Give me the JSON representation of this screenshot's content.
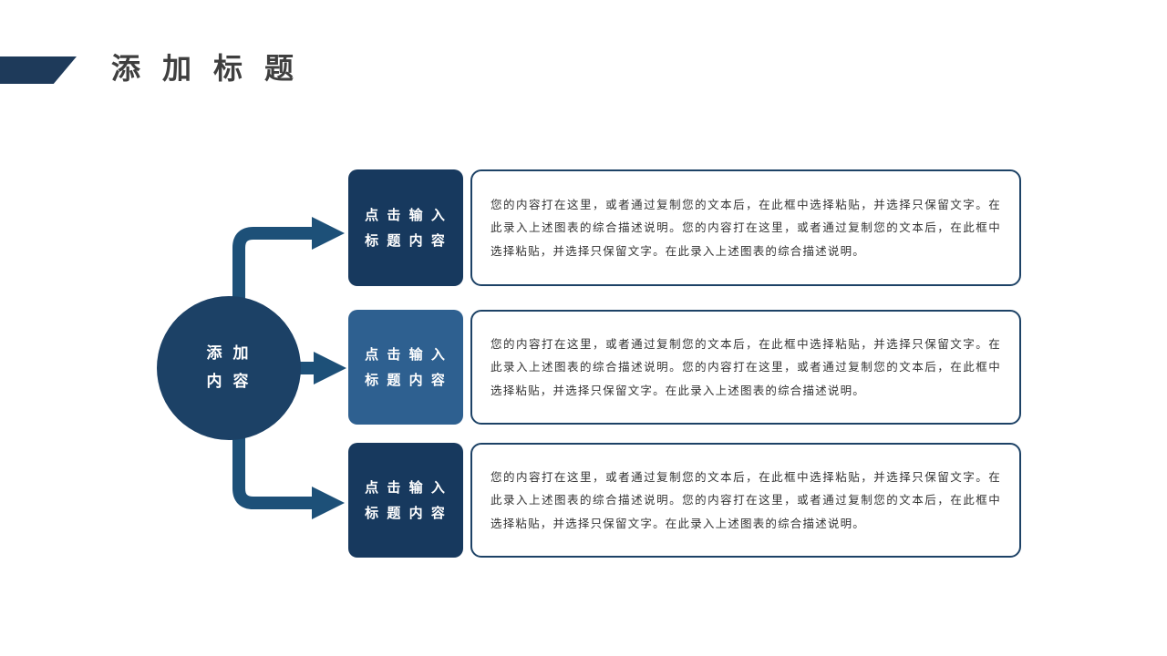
{
  "slide": {
    "title": "添 加 标 题"
  },
  "diagram": {
    "circle": {
      "line1": "添 加",
      "line2": "内 容"
    },
    "rows": [
      {
        "label_line1": "点 击 输 入",
        "label_line2": "标 题 内 容",
        "body": "您的内容打在这里，或者通过复制您的文本后，在此框中选择粘贴，并选择只保留文字。在此录入上述图表的综合描述说明。您的内容打在这里，或者通过复制您的文本后，在此框中选择粘贴，并选择只保留文字。在此录入上述图表的综合描述说明。"
      },
      {
        "label_line1": "点 击 输 入",
        "label_line2": "标 题 内 容",
        "body": "您的内容打在这里，或者通过复制您的文本后，在此框中选择粘贴，并选择只保留文字。在此录入上述图表的综合描述说明。您的内容打在这里，或者通过复制您的文本后，在此框中选择粘贴，并选择只保留文字。在此录入上述图表的综合描述说明。"
      },
      {
        "label_line1": "点 击 输 入",
        "label_line2": "标 题 内 容",
        "body": "您的内容打在这里，或者通过复制您的文本后，在此框中选择粘贴，并选择只保留文字。在此录入上述图表的综合描述说明。您的内容打在这里，或者通过复制您的文本后，在此框中选择粘贴，并选择只保留文字。在此录入上述图表的综合描述说明。"
      }
    ]
  },
  "colors": {
    "dark_navy_box": "#17395e",
    "mid_blue_box": "#2e6090",
    "circle_fill": "#1c4166",
    "arrow": "#1d5078",
    "text_box_border": "#1d4266",
    "deco_shape": "#1e3a5a",
    "title_text": "#3f3f3f",
    "body_text": "#333333"
  }
}
